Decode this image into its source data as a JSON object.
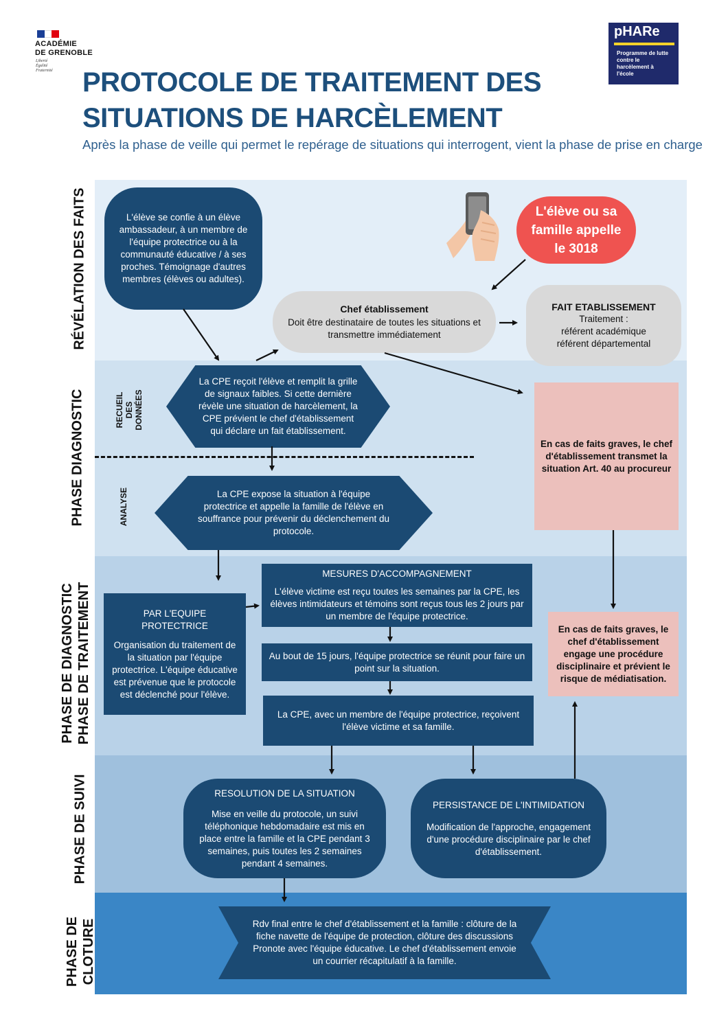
{
  "header": {
    "logo_left_line1": "ACADÉMIE",
    "logo_left_line2": "DE GRENOBLE",
    "motto": [
      "Liberté",
      "Égalité",
      "Fraternité"
    ],
    "title_line1": "PROTOCOLE DE TRAITEMENT DES",
    "title_line2": "SITUATIONS DE HARCÈLEMENT",
    "subtitle": "Après la phase de veille qui permet le repérage de situations qui interrogent, vient la phase de prise en charge",
    "phare_title": "pHARe",
    "phare_text": "Programme de lutte contre le harcèlement à l'école"
  },
  "phases": {
    "revelation": "RÉVÉLATION DES FAITS",
    "diagnostic": "PHASE DIAGNOSTIC",
    "recueil": [
      "RECUEIL",
      "DES",
      "DONNÉES"
    ],
    "analyse": "ANALYSE",
    "traitement_line1": "PHASE  DE DIAGNOSTIC",
    "traitement_line2": "PHASE  DE TRAITEMENT",
    "suivi": "PHASE DE SUIVI",
    "cloture_line1": "PHASE DE",
    "cloture_line2": "CLOTURE"
  },
  "nodes": {
    "eleve_confie": "L'élève se confie à un élève ambassadeur, à un membre de l'équipe protectrice ou à la communauté éducative / à ses proches. Témoignage d'autres membres (élèves ou adultes).",
    "appel_3018": "L'élève ou sa famille appelle le 3018",
    "chef_title": "Chef établissement",
    "chef_text": "Doit être destinataire de toutes les situations et transmettre immédiatement",
    "fait_title": "FAIT ETABLISSEMENT",
    "fait_text": "Traitement :\nréférent académique\nréférent départemental",
    "cpe_recoit": "La CPE reçoit l'élève et remplit la grille de signaux faibles. Si cette dernière révèle une situation de harcèlement, la CPE prévient le chef d'établissement qui déclare un fait établissement.",
    "faits_graves_1": "En cas de faits graves, le chef d'établissement transmet la situation Art. 40 au procureur",
    "cpe_expose": "La CPE expose la situation à l'équipe protectrice et appelle la famille de l'élève en souffrance pour prévenir du déclenchement du protocole.",
    "equipe_title": "PAR L'EQUIPE PROTECTRICE",
    "equipe_text": "Organisation du traitement de la situation par l'équipe protectrice. L'équipe éducative est prévenue que le protocole est déclenché pour l'élève.",
    "mesures_title": "MESURES D'ACCOMPAGNEMENT",
    "mesures_text": "L'élève victime est reçu toutes les semaines par la CPE, les élèves intimidateurs et témoins sont reçus tous les 2 jours par un membre de l'équipe protectrice.",
    "quinze_jours": "Au bout de 15 jours, l'équipe protectrice se réunit pour faire un point sur la situation.",
    "cpe_recoivent": "La CPE, avec un membre de l'équipe protectrice, reçoivent l'élève victime et sa famille.",
    "faits_graves_2": "En cas de faits graves, le chef d'établissement engage une procédure disciplinaire et prévient le risque de médiatisation.",
    "resolution_title": "RESOLUTION DE LA SITUATION",
    "resolution_text": "Mise en veille du protocole, un suivi téléphonique hebdomadaire est mis en place entre la famille et la CPE pendant 3 semaines, puis toutes les 2 semaines pendant 4 semaines.",
    "persistance_title": "PERSISTANCE DE L'INTIMIDATION",
    "persistance_text": "Modification de l'approche, engagement d'une procédure disciplinaire par le chef d'établissement.",
    "rdv_final": "Rdv final entre le chef d'établissement et la famille : clôture de la fiche navette de l'équipe de protection, clôture des discussions Pronote avec l'équipe éducative. Le chef d'établissement envoie un courrier récapitulatif à la famille."
  },
  "colors": {
    "navy": "#1b4a73",
    "title": "#1d4f7c",
    "band1": "#e3eef8",
    "band2": "#cfe1f0",
    "band3": "#b9d2e8",
    "band4": "#9fc0dd",
    "band5": "#3a86c6",
    "pink": "#ecc0bc",
    "red": "#ef5350",
    "grey": "#d9d9d9"
  }
}
